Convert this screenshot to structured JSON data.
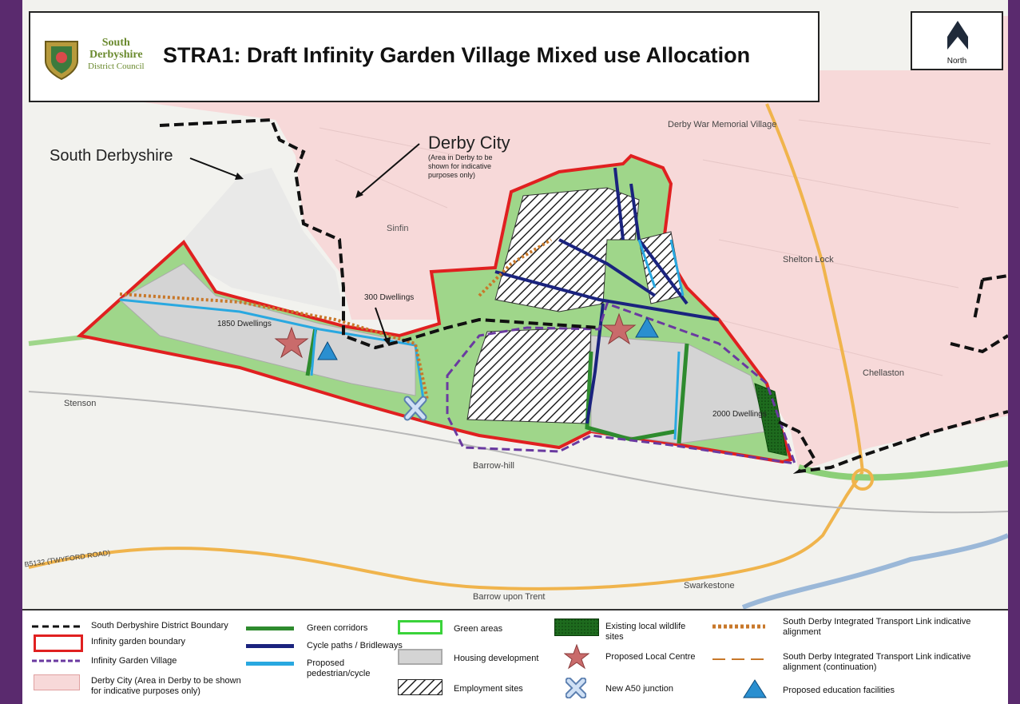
{
  "header": {
    "council_line1": "South",
    "council_line2": "Derbyshire",
    "council_line3": "District Council",
    "title": "STRA1: Draft Infinity Garden Village Mixed use Allocation"
  },
  "north_arrow": {
    "label": "North",
    "icon": "north-arrow-icon"
  },
  "map_labels": {
    "south_derbyshire": "South Derbyshire",
    "derby_city": "Derby City",
    "derby_city_note_1": "(Area in Derby to be",
    "derby_city_note_2": "shown for indicative",
    "derby_city_note_3": "purposes only)",
    "sinfin": "Sinfin",
    "war_memorial": "Derby War Memorial Village",
    "shelton_lock": "Shelton Lock",
    "chellaston": "Chellaston",
    "stenson": "Stenson",
    "barrow_hill": "Barrow-hill",
    "barrow_upon_trent": "Barrow upon Trent",
    "swarkestone": "Swarkestone",
    "twyford_road": "B5132 (TWYFORD ROAD)",
    "dwellings_1850": "1850 Dwellings",
    "dwellings_300": "300 Dwellings",
    "dwellings_2000": "2000 Dwellings"
  },
  "legend": [
    {
      "id": "district-boundary",
      "label": "South Derbyshire District Boundary"
    },
    {
      "id": "igv-boundary",
      "label": "Infinity garden boundary"
    },
    {
      "id": "igv",
      "label": "Infinity Garden Village"
    },
    {
      "id": "derby-city",
      "label": "Derby City (Area in Derby to be shown for indicative purposes only)"
    },
    {
      "id": "green-corridors",
      "label": "Green corridors"
    },
    {
      "id": "cycle-paths",
      "label": "Cycle paths / Bridleways"
    },
    {
      "id": "pedestrian-cycle",
      "label": "Proposed pedestrian/cycle"
    },
    {
      "id": "green-areas",
      "label": "Green areas"
    },
    {
      "id": "housing",
      "label": "Housing development"
    },
    {
      "id": "employment",
      "label": "Employment sites"
    },
    {
      "id": "wildlife",
      "label": "Existing local wildlife sites"
    },
    {
      "id": "local-centre",
      "label": "Proposed Local Centre"
    },
    {
      "id": "a50-junction",
      "label": "New A50 junction"
    },
    {
      "id": "transport-link",
      "label": "South Derby Integrated Transport Link indicative alignment"
    },
    {
      "id": "transport-link-cont",
      "label": "South Derby Integrated Transport Link indicative alignment (continuation)"
    },
    {
      "id": "education",
      "label": "Proposed education facilities"
    }
  ],
  "colors": {
    "frame": "#5a2a6e",
    "boundary_red": "#e02020",
    "green": "#2e8b2e",
    "green_area": "#9fd68a",
    "derby_pink": "#f7d9d9",
    "cycle_blue": "#1a237e",
    "ped_blue": "#29a8e0",
    "transport_orange": "#c8782a",
    "igv_purple": "#6a3aa0",
    "housing_grey": "#d4d4d4",
    "star": "#c96b6b",
    "education": "#2a8fd0"
  }
}
